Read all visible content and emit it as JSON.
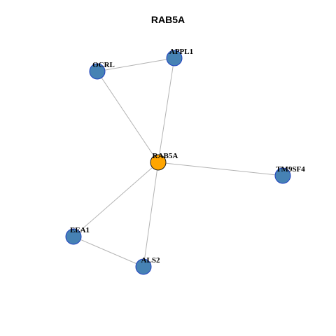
{
  "title": "RAB5A",
  "colors": {
    "hub_fill": "#FFA500",
    "hub_stroke": "#1a1a1a",
    "node_fill": "#4682B4",
    "node_stroke": "#1f3fbf",
    "edge": "#b3b3b3"
  },
  "nodes": [
    {
      "id": "RAB5A",
      "label": "RAB5A",
      "role": "hub"
    },
    {
      "id": "APPL1",
      "label": "APPL1",
      "role": "neighbor"
    },
    {
      "id": "OCRL",
      "label": "OCRL",
      "role": "neighbor"
    },
    {
      "id": "TM9SF4",
      "label": "TM9SF4",
      "role": "neighbor"
    },
    {
      "id": "EEA1",
      "label": "EEA1",
      "role": "neighbor"
    },
    {
      "id": "ALS2",
      "label": "ALS2",
      "role": "neighbor"
    }
  ],
  "edges": [
    {
      "source": "OCRL",
      "target": "APPL1"
    },
    {
      "source": "OCRL",
      "target": "RAB5A"
    },
    {
      "source": "APPL1",
      "target": "RAB5A"
    },
    {
      "source": "RAB5A",
      "target": "TM9SF4"
    },
    {
      "source": "RAB5A",
      "target": "EEA1"
    },
    {
      "source": "RAB5A",
      "target": "ALS2"
    },
    {
      "source": "EEA1",
      "target": "ALS2"
    }
  ]
}
